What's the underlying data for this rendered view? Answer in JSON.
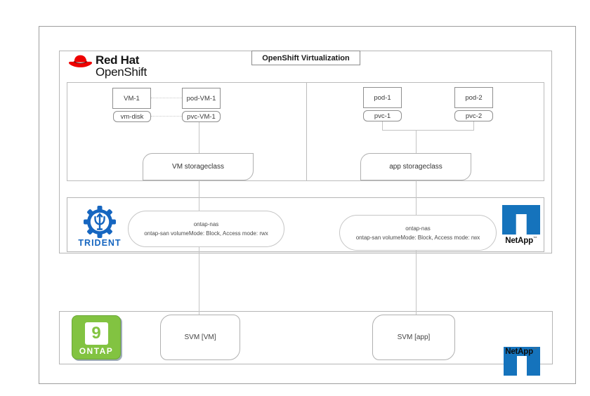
{
  "colors": {
    "redhat_red": "#ee0000",
    "trident_blue": "#1666c0",
    "netapp_blue": "#1573bc",
    "ontap_green": "#82c341",
    "line_gray": "#c4c4c4",
    "border_gray": "#b5b5b5"
  },
  "openshift": {
    "brand": {
      "line1": "Red Hat",
      "line2": "OpenShift"
    },
    "virtualization_label": "OpenShift Virtualization",
    "vm_panel": {
      "vm": "VM-1",
      "pod": "pod-VM-1",
      "vm_disk": "vm-disk",
      "pvc": "pvc-VM-1",
      "storageclass": "VM storageclass"
    },
    "app_panel": {
      "pods": [
        "pod-1",
        "pod-2"
      ],
      "pvcs": [
        "pvc-1",
        "pvc-2"
      ],
      "storageclass": "app storageclass"
    }
  },
  "trident": {
    "logo_text": "TRIDENT",
    "left_backend": {
      "line1": "ontap-nas",
      "line2": "ontap-san volumeMode: Block, Access mode: rwx"
    },
    "right_backend": {
      "line1": "ontap-nas",
      "line2": "ontap-san volumeMode: Block, Access mode: rwx"
    },
    "netapp_label": "NetApp",
    "netapp_tm": "™"
  },
  "ontap": {
    "version_digit": "9",
    "logo_text": "ONTAP",
    "svm_vm": "SVM [VM]",
    "svm_app": "SVM [app]",
    "netapp_label": "NetApp",
    "netapp_tm": "™"
  }
}
